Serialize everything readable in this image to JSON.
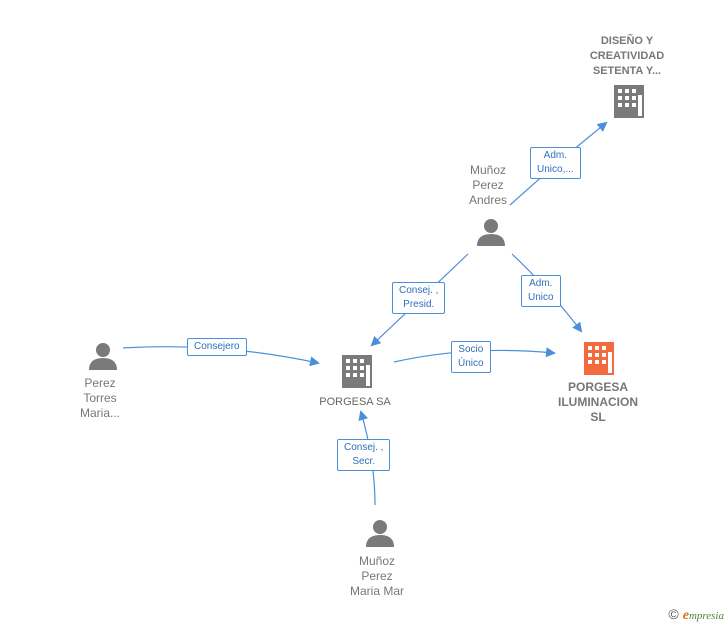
{
  "nodes": {
    "diseno": {
      "name": "DISEÑO Y\nCREATIVIDAD\nSETENTA Y...",
      "type": "company",
      "color": "#7a7a7a"
    },
    "andres": {
      "name": "Muñoz\nPerez\nAndres",
      "type": "person",
      "color": "#7a7a7a"
    },
    "perez_torres": {
      "name": "Perez\nTorres\nMaria...",
      "type": "person",
      "color": "#7a7a7a"
    },
    "porgesa": {
      "name": "PORGESA SA",
      "type": "company",
      "color": "#7a7a7a"
    },
    "iluminacion": {
      "name": "PORGESA\nILUMINACION\nSL",
      "type": "company",
      "color": "#f26a3d"
    },
    "maria_mar": {
      "name": "Muñoz\nPerez\nMaria Mar",
      "type": "person",
      "color": "#7a7a7a"
    }
  },
  "edges": [
    {
      "id": "e1",
      "label": "Adm.\nUnico,..."
    },
    {
      "id": "e2",
      "label": "Consej. ,\nPresid."
    },
    {
      "id": "e3",
      "label": "Adm.\nUnico"
    },
    {
      "id": "e4",
      "label": "Consejero"
    },
    {
      "id": "e5",
      "label": "Socio\nÚnico"
    },
    {
      "id": "e6",
      "label": "Consej. ,\nSecr."
    }
  ],
  "brand": {
    "copyright": "©",
    "name": "mpresia",
    "initial": "e"
  },
  "colors": {
    "edge": "#4a8fd8",
    "icon": "#7a7a7a",
    "highlight": "#f26a3d"
  }
}
